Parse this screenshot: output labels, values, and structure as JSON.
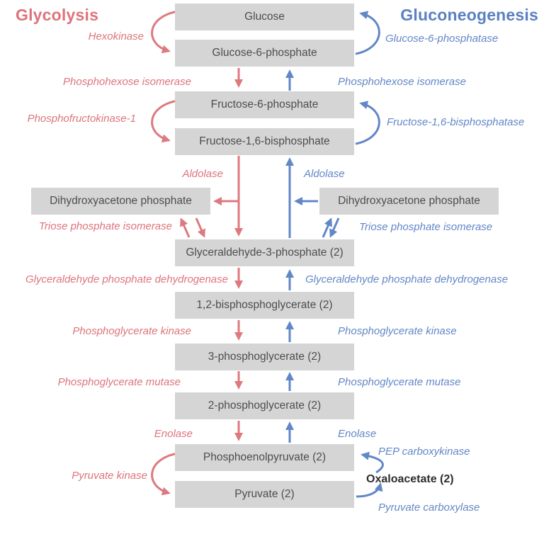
{
  "titles": {
    "glycolysis": "Glycolysis",
    "gluconeogenesis": "Gluconeogenesis"
  },
  "colors": {
    "glycolysis_accent": "#dd747b",
    "gluconeogenesis_accent": "#6287c7",
    "box_background": "#d5d5d5",
    "box_text": "#4d4d4d",
    "oxaloacetate_text": "#2d2d2d"
  },
  "metabolites": {
    "glucose": "Glucose",
    "g6p": "Glucose-6-phosphate",
    "f6p": "Fructose-6-phosphate",
    "f16bp": "Fructose-1,6-bisphosphate",
    "dhap_left": "Dihydroxyacetone phosphate",
    "dhap_right": "Dihydroxyacetone phosphate",
    "g3p": "Glyceraldehyde-3-phosphate (2)",
    "bpg": "1,2-bisphosphoglycerate (2)",
    "pg3": "3-phosphoglycerate (2)",
    "pg2": "2-phosphoglycerate (2)",
    "pep": "Phosphoenolpyruvate (2)",
    "pyruvate": "Pyruvate (2)",
    "oxaloacetate": "Oxaloacetate (2)"
  },
  "glycolysis_enzymes": {
    "hexokinase": "Hexokinase",
    "phosphohexose_isomerase": "Phosphohexose isomerase",
    "pfk1": "Phosphofructokinase-1",
    "aldolase": "Aldolase",
    "tpi": "Triose phosphate isomerase",
    "gapdh": "Glyceraldehyde phosphate dehydrogenase",
    "pgk": "Phosphoglycerate kinase",
    "pgm": "Phosphoglycerate mutase",
    "enolase": "Enolase",
    "pyruvate_kinase": "Pyruvate kinase"
  },
  "gluconeogenesis_enzymes": {
    "g6pase": "Glucose-6-phosphatase",
    "phosphohexose_isomerase": "Phosphohexose isomerase",
    "f16bpase": "Fructose-1,6-bisphosphatase",
    "aldolase": "Aldolase",
    "tpi": "Triose phosphate isomerase",
    "gapdh": "Glyceraldehyde phosphate dehydrogenase",
    "pgk": "Phosphoglycerate kinase",
    "pgm": "Phosphoglycerate mutase",
    "enolase": "Enolase",
    "pep_carboxykinase": "PEP carboxykinase",
    "pyruvate_carboxylase": "Pyruvate carboxylase"
  }
}
